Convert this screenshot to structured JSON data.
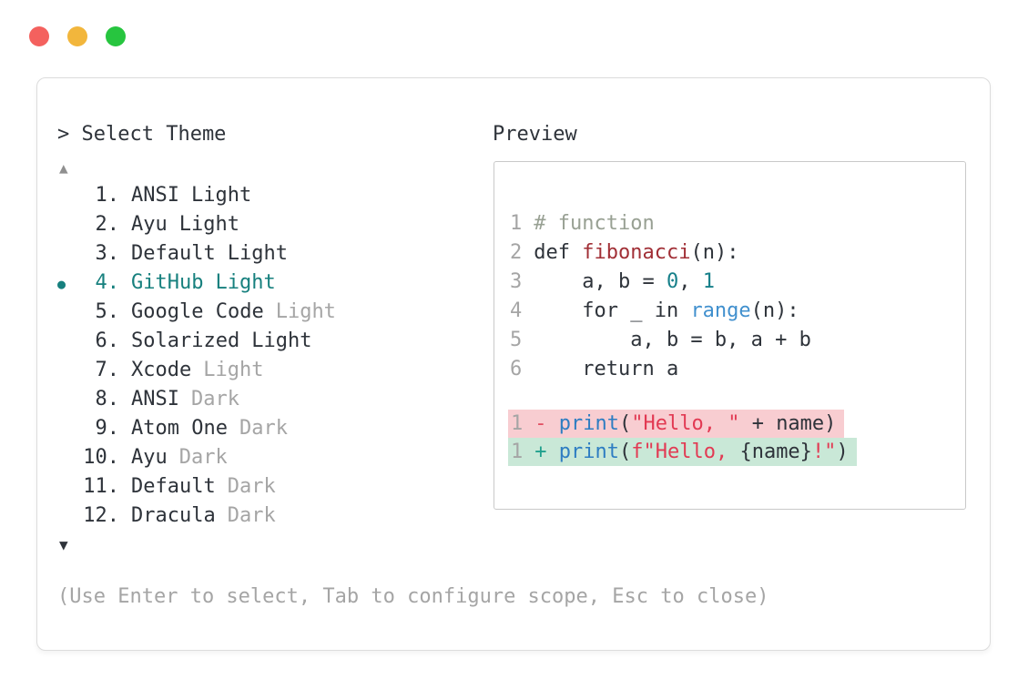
{
  "window": {
    "traffic_lights": [
      "#f4615e",
      "#f2b63c",
      "#27c53f"
    ]
  },
  "prompt": {
    "label": "> Select Theme"
  },
  "scroll": {
    "up_arrow": "▲",
    "down_arrow": "▼"
  },
  "theme_list": {
    "bullet": "●",
    "selected_index": 3,
    "items": [
      {
        "number": "1.",
        "name": "ANSI",
        "variant": "Light",
        "variant_muted": false
      },
      {
        "number": "2.",
        "name": "Ayu",
        "variant": "Light",
        "variant_muted": false
      },
      {
        "number": "3.",
        "name": "Default",
        "variant": "Light",
        "variant_muted": false
      },
      {
        "number": "4.",
        "name": "GitHub",
        "variant": "Light",
        "variant_muted": false
      },
      {
        "number": "5.",
        "name": "Google Code",
        "variant": "Light",
        "variant_muted": true
      },
      {
        "number": "6.",
        "name": "Solarized",
        "variant": "Light",
        "variant_muted": false
      },
      {
        "number": "7.",
        "name": "Xcode",
        "variant": "Light",
        "variant_muted": true
      },
      {
        "number": "8.",
        "name": "ANSI",
        "variant": "Dark",
        "variant_muted": true
      },
      {
        "number": "9.",
        "name": "Atom One",
        "variant": "Dark",
        "variant_muted": true
      },
      {
        "number": "10.",
        "name": "Ayu",
        "variant": "Dark",
        "variant_muted": true
      },
      {
        "number": "11.",
        "name": "Default",
        "variant": "Dark",
        "variant_muted": true
      },
      {
        "number": "12.",
        "name": "Dracula",
        "variant": "Dark",
        "variant_muted": true
      }
    ]
  },
  "preview": {
    "label": "Preview",
    "code_lines": [
      {
        "num": "1",
        "tokens": [
          {
            "t": "# function",
            "c": "comment"
          }
        ]
      },
      {
        "num": "2",
        "tokens": [
          {
            "t": "def ",
            "c": "text"
          },
          {
            "t": "fibonacci",
            "c": "func"
          },
          {
            "t": "(n):",
            "c": "text"
          }
        ]
      },
      {
        "num": "3",
        "tokens": [
          {
            "t": "    a, b = ",
            "c": "text"
          },
          {
            "t": "0",
            "c": "number"
          },
          {
            "t": ", ",
            "c": "text"
          },
          {
            "t": "1",
            "c": "number"
          }
        ]
      },
      {
        "num": "4",
        "tokens": [
          {
            "t": "    for _ in ",
            "c": "text"
          },
          {
            "t": "range",
            "c": "builtin"
          },
          {
            "t": "(n):",
            "c": "text"
          }
        ]
      },
      {
        "num": "5",
        "tokens": [
          {
            "t": "        a, b = b, a + b",
            "c": "text"
          }
        ]
      },
      {
        "num": "6",
        "tokens": [
          {
            "t": "    return a",
            "c": "text"
          }
        ]
      }
    ],
    "diff_lines": [
      {
        "num": "1",
        "kind": "removed",
        "tokens": [
          {
            "t": "- ",
            "c": "removed"
          },
          {
            "t": "print",
            "c": "builtin2"
          },
          {
            "t": "(",
            "c": "text"
          },
          {
            "t": "\"Hello, \"",
            "c": "string"
          },
          {
            "t": " + name)",
            "c": "text"
          }
        ]
      },
      {
        "num": "1",
        "kind": "added",
        "tokens": [
          {
            "t": "+ ",
            "c": "added"
          },
          {
            "t": "print",
            "c": "builtin2"
          },
          {
            "t": "(",
            "c": "text"
          },
          {
            "t": "f\"Hello, ",
            "c": "string"
          },
          {
            "t": "{name}",
            "c": "text"
          },
          {
            "t": "!\"",
            "c": "string"
          },
          {
            "t": ")",
            "c": "text"
          }
        ]
      }
    ]
  },
  "help": {
    "text": "(Use Enter to select, Tab to configure scope, Esc to close)"
  },
  "colors": {
    "text": "#2e333a",
    "muted": "#a5a5a5",
    "accent": "#17807e",
    "comment": "#98a093",
    "func": "#a12f36",
    "number": "#17808a",
    "builtin": "#4190ce",
    "builtin2": "#2e7dc2",
    "string": "#e23a53",
    "removed": "#e14f62",
    "added": "#20a08d",
    "removed_bg": "#f8cdd1",
    "added_bg": "#c9e8d7"
  }
}
